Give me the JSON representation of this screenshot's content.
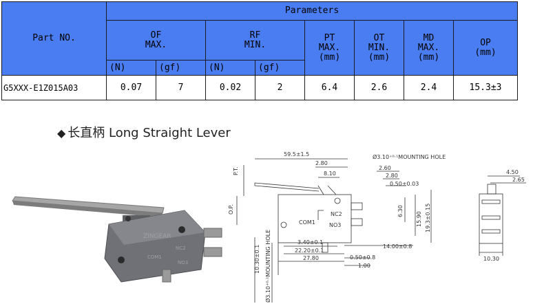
{
  "table": {
    "parameters_header": "Parameters",
    "part_no_header": "Part NO.",
    "of_header": "OF\nMAX.",
    "rf_header": "RF\nMIN.",
    "pt_header": "PT\nMAX.\n(mm)",
    "ot_header": "OT\nMIN.\n(mm)",
    "md_header": "MD\nMAX.\n(mm)",
    "op_header": "OP\n(mm)",
    "of_unit_n": "(N)",
    "of_unit_gf": "(gf)",
    "rf_unit_n": "(N)",
    "rf_unit_gf": "(gf)",
    "row": {
      "part_no": "G5XXX-E1Z015A03",
      "of_n": "0.07",
      "of_gf": "7",
      "rf_n": "0.02",
      "rf_gf": "2",
      "pt": "6.4",
      "ot": "2.6",
      "md": "2.4",
      "op": "15.3±3"
    }
  },
  "caption": {
    "bullet": "◆",
    "text": "长直柄 Long Straight Lever"
  },
  "product_photo": {
    "brand": "ZINGEAR",
    "terminal_labels": [
      "NC2",
      "COM1",
      "NO3"
    ]
  },
  "drawing": {
    "dims": {
      "lever_length": "59.5±1.5",
      "d280a": "2.80",
      "d810": "8.10",
      "d260": "2.60",
      "d280b": "2.80",
      "d050tol": "0.50±0.03",
      "mount_hole": "Ø3.10⁺⁰·¹MOUNTING HOLE",
      "pt": "P.T.",
      "op": "O.P.",
      "d630": "6.30",
      "d1590": "15.90",
      "d1931": "19.3±0.15",
      "d340": "3.40±0.1",
      "d2220": "22.20±0.1",
      "d2780": "27.80",
      "d1400": "14.00±0.8",
      "d050b": "0.50±0.8",
      "d100": "1.00",
      "d1030v": "10.30±0.1",
      "mount_hole_v": "Ø3.10⁺⁰·¹MOUNTING HOLE",
      "nc": "NC2",
      "com": "COM1",
      "no": "NO3",
      "side_450": "4.50",
      "side_265": "2.65",
      "side_1030": "10.30"
    }
  }
}
